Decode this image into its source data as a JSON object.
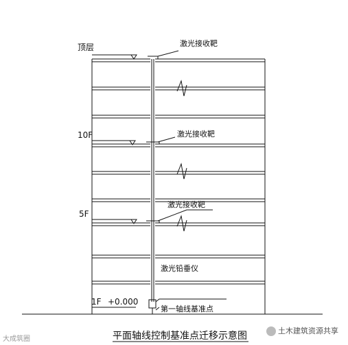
{
  "labels": {
    "top_floor": "顶层",
    "floor_10": "10F",
    "floor_5": "5F",
    "floor_1": "1F",
    "elevation": "+0.000",
    "receiver_top": "激光接收靶",
    "receiver_10": "激光接收靶",
    "receiver_5": "激光接收靶",
    "plumb": "激光铅垂仪",
    "base_point": "第一轴线基准点"
  },
  "caption": "平面轴线控制基准点迁移示意图",
  "watermark": {
    "left": "大成筑圈",
    "right": "土木建筑资源共享"
  },
  "colors": {
    "line": "#111111",
    "background": "#ffffff"
  }
}
